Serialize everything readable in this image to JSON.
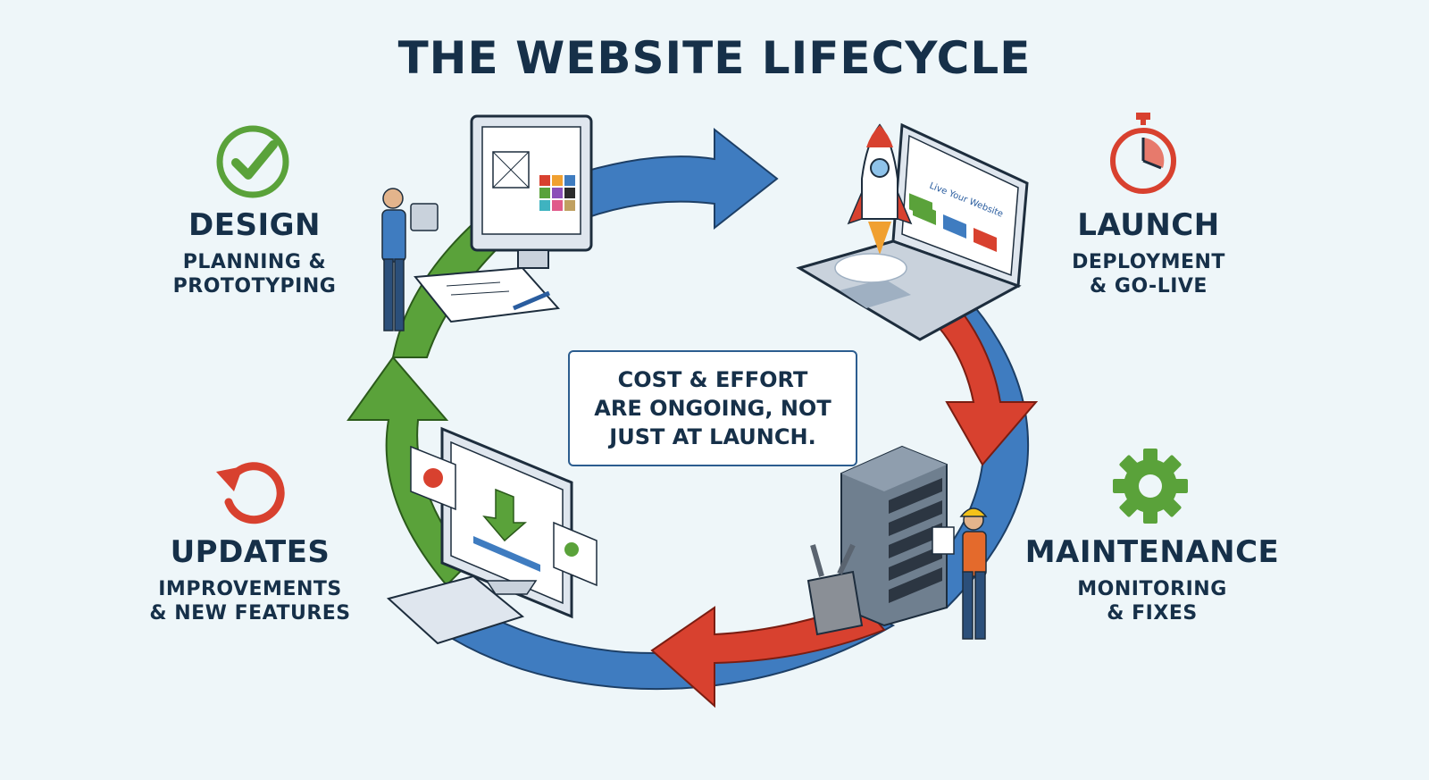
{
  "title": "THE WEBSITE LIFECYCLE",
  "stages": {
    "design": {
      "name": "DESIGN",
      "sub1": "PLANNING &",
      "sub2": "PROTOTYPING"
    },
    "launch": {
      "name": "LAUNCH",
      "sub1": "DEPLOYMENT",
      "sub2": "& GO-LIVE"
    },
    "maintenance": {
      "name": "MAINTENANCE",
      "sub1": "MONITORING",
      "sub2": "& FIXES"
    },
    "updates": {
      "name": "UPDATES",
      "sub1": "IMPROVEMENTS",
      "sub2": "& NEW FEATURES"
    }
  },
  "center_note": {
    "line1": "COST & EFFORT",
    "line2": "ARE ONGOING, NOT",
    "line3": "JUST AT LAUNCH."
  },
  "screen_text": "Live Your Website",
  "icons": {
    "design": "checkmark-circle-icon",
    "launch": "stopwatch-icon",
    "maintenance": "gear-icon",
    "updates": "undo-arrow-icon"
  },
  "colors": {
    "blue": "#3f7cc0",
    "red": "#d8412f",
    "green": "#5aa23a",
    "navy": "#163049",
    "background": "#eef6f9"
  }
}
